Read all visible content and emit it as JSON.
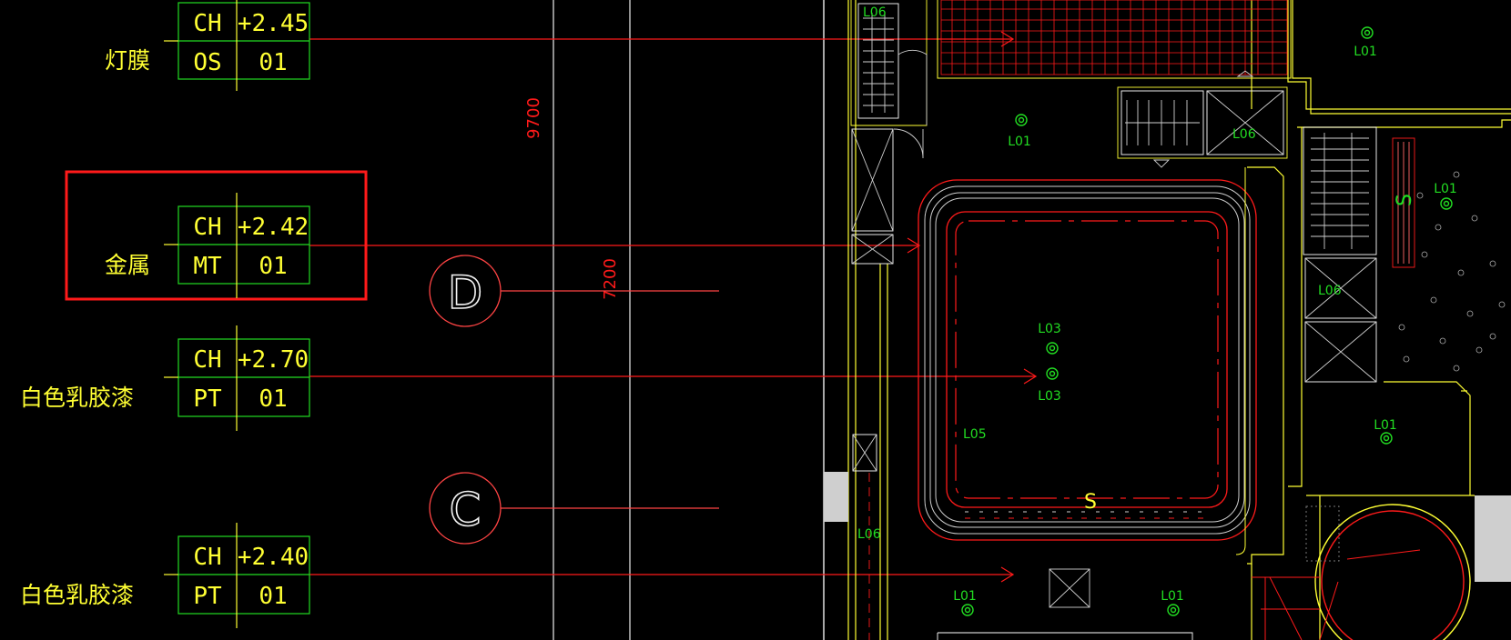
{
  "colors": {
    "background": "#000000",
    "red": "#ff1a1a",
    "green": "#22dd22",
    "yellow": "#ffff33",
    "white": "#f2f2f2",
    "gray": "#9a9a9a",
    "light_gray": "#cfcfcf"
  },
  "material_tags": [
    {
      "material": "灯膜",
      "ch_code": "CH",
      "height": "+2.45",
      "type_code": "OS",
      "number": "01"
    },
    {
      "material": "金属",
      "ch_code": "CH",
      "height": "+2.42",
      "type_code": "MT",
      "number": "01",
      "highlighted": true
    },
    {
      "material": "白色乳胶漆",
      "ch_code": "CH",
      "height": "+2.70",
      "type_code": "PT",
      "number": "01"
    },
    {
      "material": "白色乳胶漆",
      "ch_code": "CH",
      "height": "+2.40",
      "type_code": "PT",
      "number": "01"
    }
  ],
  "dimensions": [
    "9700",
    "7200"
  ],
  "grid_axes": [
    "D",
    "C"
  ],
  "plan_labels": {
    "light_types": [
      "L06",
      "L01",
      "L01",
      "L06",
      "L03",
      "L03",
      "L05",
      "L01",
      "L06",
      "L01",
      "L06",
      "L01",
      "L01"
    ],
    "symbols": [
      "S",
      "S"
    ]
  }
}
